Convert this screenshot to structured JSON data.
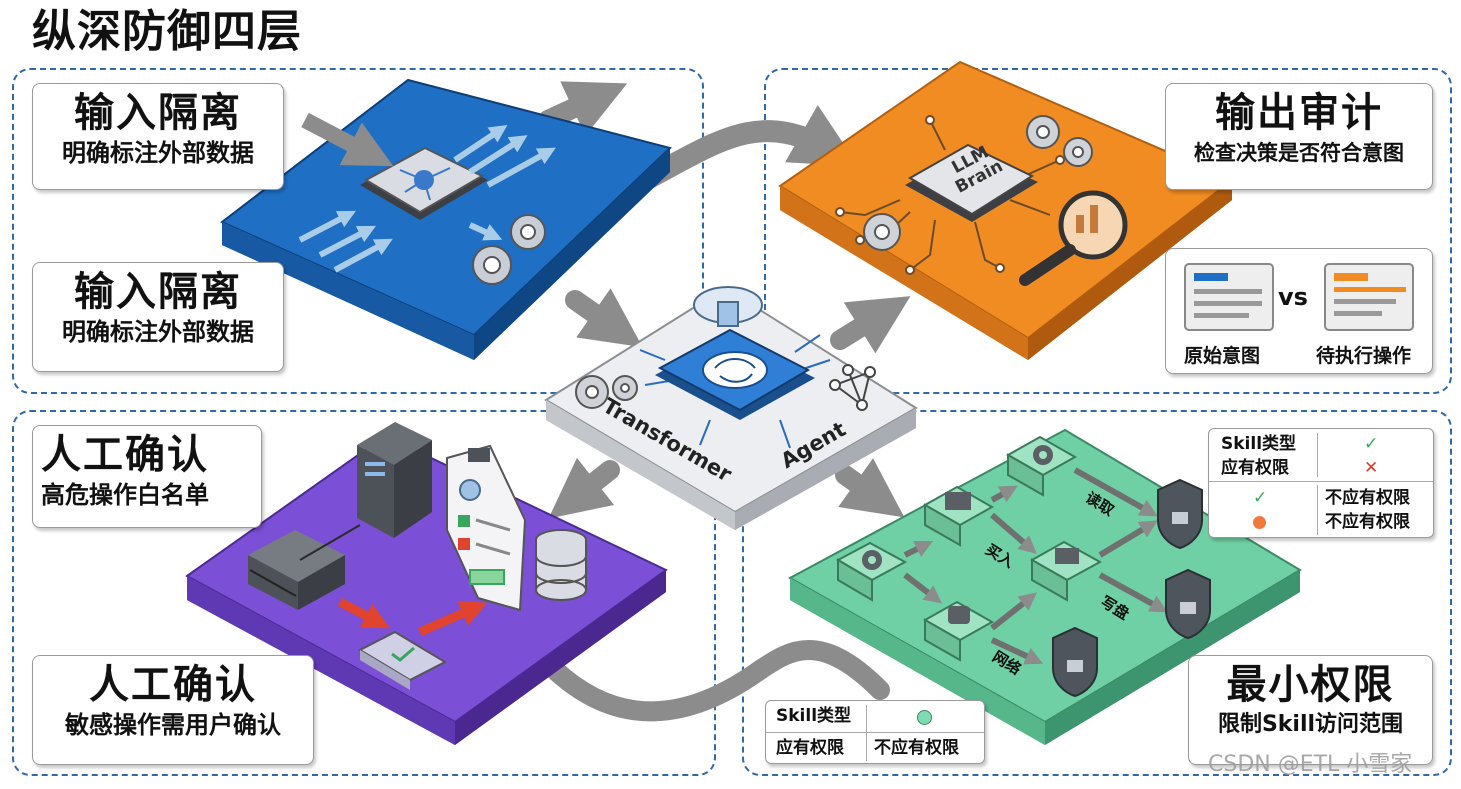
{
  "title": "纵深防御四层",
  "layers": {
    "input": {
      "label_top": {
        "title": "输入隔离",
        "subtitle": "明确标注外部数据"
      },
      "label_bottom": {
        "title": "输入隔离",
        "subtitle": "明确标注外部数据"
      },
      "color": "#1f6fc4"
    },
    "output": {
      "label": {
        "title": "输出审计",
        "subtitle": "检查决策是否符合意图"
      },
      "chip_text": [
        "LLM",
        "Brain"
      ],
      "compare": {
        "left": "原始意图",
        "vs": "vs",
        "right": "待执行操作"
      },
      "color": "#f08c22"
    },
    "human": {
      "label_top": {
        "title": "人工确认",
        "subtitle": "高危操作白名单"
      },
      "label_bottom": {
        "title": "人工确认",
        "subtitle": "敏感操作需用户确认"
      },
      "color": "#7b4fd6"
    },
    "least": {
      "label": {
        "title": "最小权限",
        "subtitle": "限制Skill访问范围"
      },
      "node_labels": {
        "read": "读取",
        "buy": "买入",
        "write": "写盘",
        "network": "网络"
      },
      "table_top": {
        "row1": [
          "Skill类型",
          "✓"
        ],
        "row2": [
          "应有权限",
          "✕"
        ],
        "row3": [
          "✓",
          "不应有权限"
        ],
        "row4": [
          "",
          "不应有权限"
        ]
      },
      "table_bottom": {
        "header": [
          "Skill类型",
          ""
        ],
        "row": [
          "应有权限",
          "不应有权限"
        ]
      },
      "color": "#6fd0a5"
    }
  },
  "center": {
    "labels": [
      "Transformer",
      "Agent"
    ]
  },
  "watermark": "CSDN @ETL 小雪家",
  "colors": {
    "frame": "#2f6aa5",
    "arrow": "#8c8c8c",
    "check": "#3aa55c",
    "cross": "#d93b2b",
    "red_arrow": "#e0442e"
  }
}
